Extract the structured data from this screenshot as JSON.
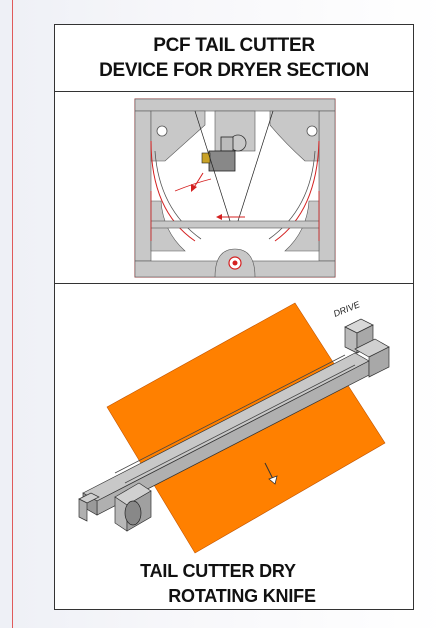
{
  "document": {
    "title_line1": "PCF TAIL CUTTER",
    "title_line2": "DEVICE FOR DRYER SECTION",
    "drive_label": "DRIVE",
    "caption_line1": "TAIL CUTTER DRY",
    "caption_line2": "ROTATING KNIFE"
  },
  "colors": {
    "orange_sheet": "#ff8000",
    "machine_gray": "#c8c8c8",
    "diagram_red": "#d42020",
    "outline": "#333333"
  }
}
